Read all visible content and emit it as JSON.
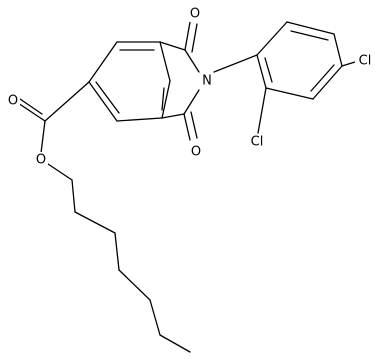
{
  "molecule": {
    "atoms": {
      "o_top": "O",
      "o_bottom": "O",
      "n": "N",
      "cl_right": "Cl",
      "cl_left": "Cl",
      "o_carbonyl": "O",
      "o_ester": "O"
    }
  }
}
